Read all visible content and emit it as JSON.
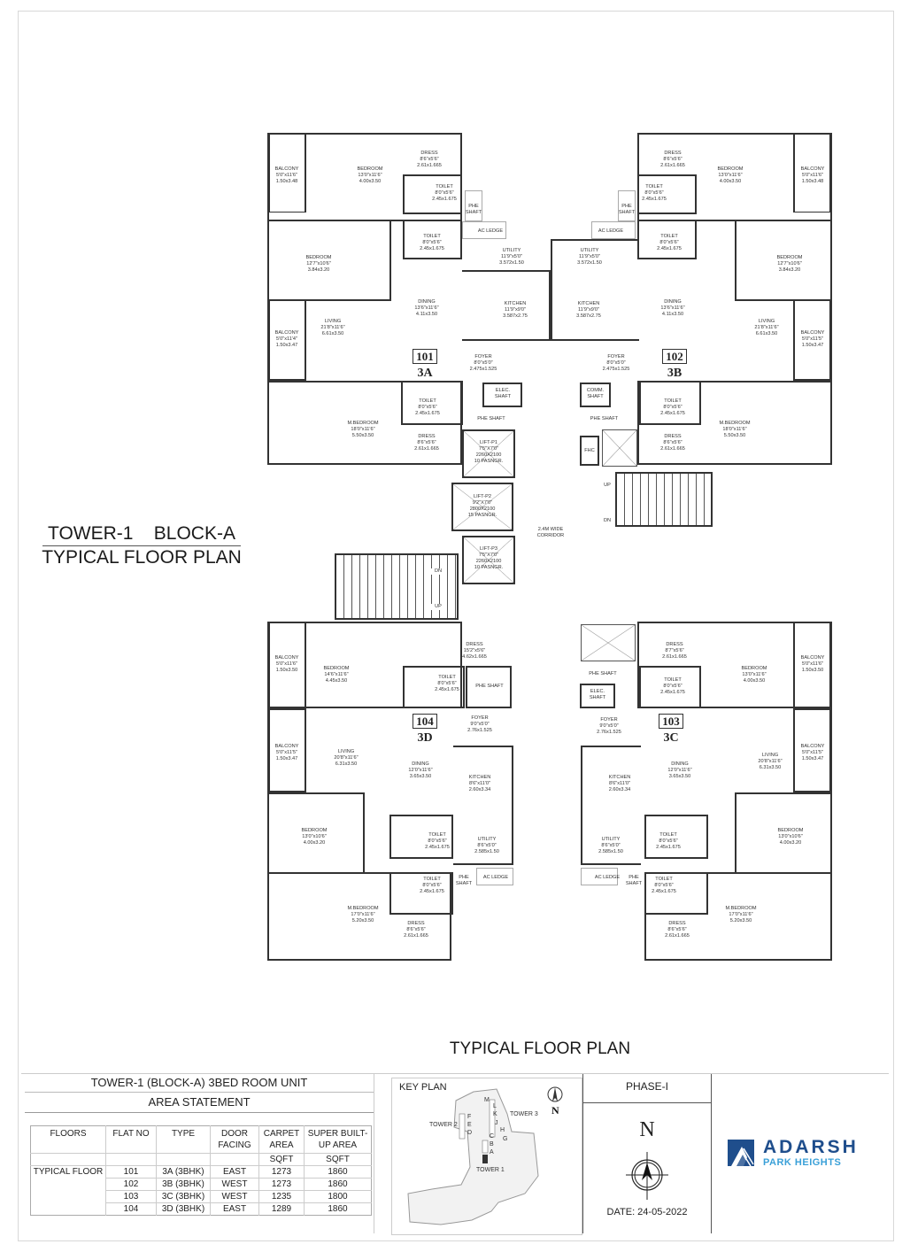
{
  "titles": {
    "left_line1": "TOWER-1    BLOCK-A",
    "left_line2": "TYPICAL FLOOR PLAN",
    "bottom": "TYPICAL FLOOR PLAN"
  },
  "units": [
    {
      "no": "101",
      "type": "3A"
    },
    {
      "no": "102",
      "type": "3B"
    },
    {
      "no": "103",
      "type": "3C"
    },
    {
      "no": "104",
      "type": "3D"
    }
  ],
  "rooms": {
    "u101": {
      "balcony1": [
        "BALCONY",
        "5'0\"x11'6\"",
        "1.50x3.48"
      ],
      "bedroom1": [
        "BEDROOM",
        "13'0\"x11'6\"",
        "4.00x3.50"
      ],
      "dress1": [
        "DRESS",
        "8'6\"x5'6\"",
        "2.61x1.665"
      ],
      "toilet1": [
        "TOILET",
        "8'0\"x5'6\"",
        "2.45x1.675"
      ],
      "phe": [
        "PHE",
        "SHAFT"
      ],
      "toilet2": [
        "TOILET",
        "8'0\"x5'6\"",
        "2.45x1.675"
      ],
      "bedroom2": [
        "BEDROOM",
        "12'7\"x10'6\"",
        "3.84x3.20"
      ],
      "acledge": [
        "AC LEDGE"
      ],
      "utility": [
        "UTILITY",
        "11'9\"x5'0\"",
        "3.572x1.50"
      ],
      "kitchen": [
        "KITCHEN",
        "11'9\"x9'0\"",
        "3.587x2.75"
      ],
      "dining": [
        "DINING",
        "13'6\"x11'6\"",
        "4.11x3.50"
      ],
      "balcony2": [
        "BALCONY",
        "5'0\"x11'4\"",
        "1.50x3.47"
      ],
      "living": [
        "LIVING",
        "21'8\"x11'6\"",
        "6.61x3.50"
      ],
      "foyer": [
        "FOYER",
        "8'0\"x5'0\"",
        "2.475x1.525"
      ],
      "mbed": [
        "M.BEDROOM",
        "18'0\"x11'6\"",
        "5.50x3.50"
      ],
      "toilet3": [
        "TOILET",
        "8'0\"x5'6\"",
        "2.45x1.675"
      ],
      "dress2": [
        "DRESS",
        "8'6\"x5'6\"",
        "2.61x1.665"
      ]
    },
    "u102": {
      "balcony1": [
        "BALCONY",
        "5'0\"x11'6\"",
        "1.50x3.48"
      ],
      "bedroom1": [
        "BEDROOM",
        "13'0\"x11'6\"",
        "4.00x3.50"
      ],
      "dress1": [
        "DRESS",
        "8'6\"x5'6\"",
        "2.61x1.665"
      ],
      "toilet1": [
        "TOILET",
        "8'0\"x5'6\"",
        "2.45x1.675"
      ],
      "phe": [
        "PHE",
        "SHAFT"
      ],
      "toilet2": [
        "TOILET",
        "8'0\"x5'6\"",
        "2.45x1.675"
      ],
      "bedroom2": [
        "BEDROOM",
        "12'7\"x10'6\"",
        "3.84x3.20"
      ],
      "acledge": [
        "AC LEDGE"
      ],
      "utility": [
        "UTILITY",
        "11'9\"x5'0\"",
        "3.572x1.50"
      ],
      "kitchen": [
        "KITCHEN",
        "11'9\"x9'0\"",
        "3.587x2.75"
      ],
      "dining": [
        "DINING",
        "13'6\"x11'6\"",
        "4.11x3.50"
      ],
      "balcony2": [
        "BALCONY",
        "5'0\"x11'5\"",
        "1.50x3.47"
      ],
      "living": [
        "LIVING",
        "21'8\"x11'6\"",
        "6.61x3.50"
      ],
      "foyer": [
        "FOYER",
        "8'0\"x5'0\"",
        "2.475x1.525"
      ],
      "mbed": [
        "M.BEDROOM",
        "18'0\"x11'6\"",
        "5.50x3.50"
      ],
      "toilet3": [
        "TOILET",
        "8'0\"x5'6\"",
        "2.45x1.675"
      ],
      "dress2": [
        "DRESS",
        "8'6\"x5'6\"",
        "2.61x1.665"
      ]
    },
    "u103": {
      "dress1": [
        "DRESS",
        "8'7\"x5'6\"",
        "2.61x1.665"
      ],
      "bedroom1": [
        "BEDROOM",
        "13'0\"x11'6\"",
        "4.00x3.50"
      ],
      "balcony1": [
        "BALCONY",
        "5'0\"x11'6\"",
        "1.50x3.50"
      ],
      "toilet1": [
        "TOILET",
        "8'0\"x5'6\"",
        "2.45x1.675"
      ],
      "foyer": [
        "FOYER",
        "9'0\"x5'0\"",
        "2.76x1.525"
      ],
      "balcony2": [
        "BALCONY",
        "5'0\"x11'5\"",
        "1.50x3.47"
      ],
      "living": [
        "LIVING",
        "20'8\"x11'6\"",
        "6.31x3.50"
      ],
      "dining": [
        "DINING",
        "12'0\"x11'6\"",
        "3.65x3.50"
      ],
      "kitchen": [
        "KITCHEN",
        "8'6\"x11'0\"",
        "2.60x3.34"
      ],
      "utility": [
        "UTILITY",
        "8'6\"x5'0\"",
        "2.585x1.50"
      ],
      "toilet2": [
        "TOILET",
        "8'0\"x5'6\"",
        "2.45x1.675"
      ],
      "bedroom2": [
        "BEDROOM",
        "13'0\"x10'6\"",
        "4.00x3.20"
      ],
      "acledge": [
        "AC LEDGE"
      ],
      "phe": [
        "PHE",
        "SHAFT"
      ],
      "toilet3": [
        "TOILET",
        "8'0\"x5'6\"",
        "2.45x1.675"
      ],
      "mbed": [
        "M.BEDROOM",
        "17'0\"x11'6\"",
        "5.20x3.50"
      ],
      "dress2": [
        "DRESS",
        "8'6\"x5'6\"",
        "2.61x1.665"
      ]
    },
    "u104": {
      "balcony1": [
        "BALCONY",
        "5'0\"x11'6\"",
        "1.50x3.50"
      ],
      "bedroom1": [
        "BEDROOM",
        "14'6\"x11'6\"",
        "4.45x3.50"
      ],
      "dress1": [
        "DRESS",
        "15'2\"x5'6\"",
        "4.62x1.665"
      ],
      "toilet1": [
        "TOILET",
        "8'0\"x5'6\"",
        "2.45x1.675"
      ],
      "foyer": [
        "FOYER",
        "9'0\"x5'0\"",
        "2.76x1.525"
      ],
      "balcony2": [
        "BALCONY",
        "5'0\"x11'5\"",
        "1.50x3.47"
      ],
      "living": [
        "LIVING",
        "20'8\"x11'6\"",
        "6.31x3.50"
      ],
      "dining": [
        "DINING",
        "12'0\"x11'6\"",
        "3.65x3.50"
      ],
      "kitchen": [
        "KITCHEN",
        "8'6\"x11'0\"",
        "2.60x3.34"
      ],
      "bedroom2": [
        "BEDROOM",
        "13'0\"x10'6\"",
        "4.00x3.20"
      ],
      "toilet2": [
        "TOILET",
        "8'0\"x5'6\"",
        "2.45x1.675"
      ],
      "utility": [
        "UTILITY",
        "8'6\"x5'0\"",
        "2.585x1.50"
      ],
      "phe": [
        "PHE",
        "SHAFT"
      ],
      "acledge": [
        "AC LEDGE"
      ],
      "toilet3": [
        "TOILET",
        "8'0\"x5'6\"",
        "2.45x1.675"
      ],
      "mbed": [
        "M.BEDROOM",
        "17'0\"x11'6\"",
        "5.20x3.50"
      ],
      "dress2": [
        "DRESS",
        "8'6\"x5'6\"",
        "2.61x1.665"
      ]
    }
  },
  "core": {
    "elec_shaft_a": [
      "ELEC.",
      "SHAFT"
    ],
    "phe_shaft_a": "PHE SHAFT",
    "comm_shaft": [
      "COMM.",
      "SHAFT"
    ],
    "phe_shaft_b": "PHE SHAFT",
    "fhc": "FHC",
    "lift_p1": [
      "LIFT-P1",
      "7'5\"X7'0\"",
      "2260X2100",
      "10 PASNGR."
    ],
    "lift_p2": [
      "LIFT-P2",
      "9'2\"X7'0\"",
      "2800X2100",
      "15 PASNGR."
    ],
    "lift_p3": [
      "LIFT-P3",
      "7'5\"X7'0\"",
      "2260X2100",
      "10 PASNGR."
    ],
    "corridor": [
      "2.4M WIDE",
      "CORRIDOR"
    ],
    "stair_right": {
      "up": "UP",
      "dn": "DN"
    },
    "stair_left": {
      "up": "UP",
      "dn": "DN"
    },
    "phe_shaft_c": "PHE SHAFT",
    "phe_shaft_d": "PHE SHAFT",
    "elec_shaft_b": [
      "ELEC.",
      "SHAFT"
    ]
  },
  "area_statement": {
    "title": "TOWER-1 (BLOCK-A) 3BED ROOM UNIT",
    "subtitle": "AREA STATEMENT",
    "headers": [
      "FLOORS",
      "FLAT NO",
      "TYPE",
      "DOOR FACING",
      "CARPET AREA",
      "SUPER BUILT-UP AREA"
    ],
    "units_row": [
      "",
      "",
      "",
      "",
      "SQFT",
      "SQFT"
    ],
    "floor_label": "TYPICAL FLOOR",
    "rows": [
      {
        "flat": "101",
        "type": "3A (3BHK)",
        "facing": "EAST",
        "carpet": "1273",
        "sba": "1860"
      },
      {
        "flat": "102",
        "type": "3B (3BHK)",
        "facing": "WEST",
        "carpet": "1273",
        "sba": "1860"
      },
      {
        "flat": "103",
        "type": "3C (3BHK)",
        "facing": "WEST",
        "carpet": "1235",
        "sba": "1800"
      },
      {
        "flat": "104",
        "type": "3D (3BHK)",
        "facing": "EAST",
        "carpet": "1289",
        "sba": "1860"
      }
    ]
  },
  "key_plan": {
    "title": "KEY PLAN",
    "north": "N",
    "labels": {
      "tower1": "TOWER 1",
      "tower2": "TOWER 2",
      "tower3": "TOWER 3",
      "blocks": [
        "A",
        "B",
        "C",
        "D",
        "E",
        "F",
        "G",
        "H",
        "J",
        "K",
        "L",
        "M"
      ]
    }
  },
  "phase": {
    "label": "PHASE-I",
    "north": "N",
    "date": "DATE: 24-05-2022"
  },
  "brand": {
    "name": "ADARSH",
    "sub": "PARK HEIGHTS",
    "primary_color": "#1f4e8c",
    "accent_color": "#3aa0d8"
  }
}
